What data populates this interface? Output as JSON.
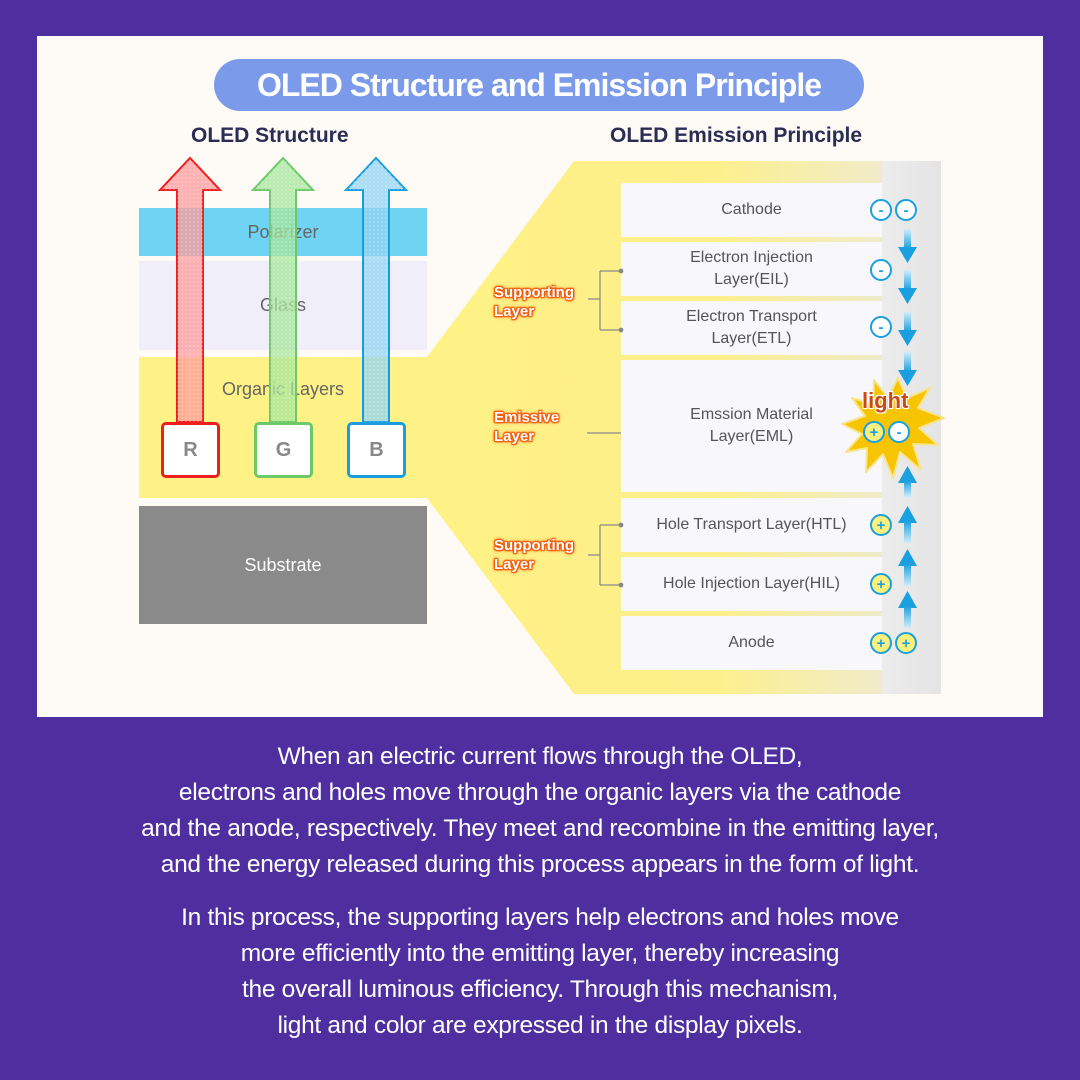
{
  "title": "OLED Structure and Emission Principle",
  "left_section": {
    "heading": "OLED Structure",
    "layers": [
      {
        "label": "Polarizer",
        "color": "#6fd3f3"
      },
      {
        "label": "Glass",
        "color": "#f0eff9"
      },
      {
        "label": "Organic Layers",
        "color": "#fef185"
      },
      {
        "label": "Substrate",
        "color": "#8a8a8a"
      }
    ],
    "subpixels": [
      {
        "label": "R",
        "color": "#f01d1d"
      },
      {
        "label": "G",
        "color": "#6cc96a"
      },
      {
        "label": "B",
        "color": "#1a9de0"
      }
    ]
  },
  "right_section": {
    "heading": "OLED Emission Principle",
    "layers": [
      {
        "label": "Cathode",
        "charges": [
          "-",
          "-"
        ]
      },
      {
        "label": "Electron Injection\nLayer(EIL)",
        "charges": [
          "-"
        ]
      },
      {
        "label": "Electron Transport\nLayer(ETL)",
        "charges": [
          "-"
        ]
      },
      {
        "label": "Emssion Material\nLayer(EML)",
        "charges": [
          "+",
          "-"
        ]
      },
      {
        "label": "Hole Transport Layer(HTL)",
        "charges": [
          "+"
        ]
      },
      {
        "label": "Hole Injection Layer(HIL)",
        "charges": [
          "+"
        ]
      },
      {
        "label": "Anode",
        "charges": [
          "+",
          "+"
        ]
      }
    ],
    "groups": [
      {
        "label": "Supporting\nLayer"
      },
      {
        "label": "Emissive\nLayer"
      },
      {
        "label": "Supporting\nLayer"
      }
    ],
    "light_label": "light"
  },
  "caption": {
    "paragraph1": [
      "When an electric current flows through the OLED,",
      "electrons and holes move through the organic layers via the cathode",
      "and the anode, respectively. They meet and recombine in the emitting layer,",
      "and the energy released during this process appears in the form of light."
    ],
    "paragraph2": [
      "In this process, the supporting layers help electrons and holes move",
      "more efficiently into the emitting layer, thereby increasing",
      "the overall luminous efficiency. Through this mechanism,",
      "light and color are expressed  in the display pixels."
    ]
  },
  "colors": {
    "background": "#4f2f9f",
    "panel": "#fefbf6",
    "title_pill": "#7b9bea",
    "tag_orange": "#f05a0a",
    "charge_blue": "#1aa0e0",
    "light_text": "#c94a12"
  }
}
